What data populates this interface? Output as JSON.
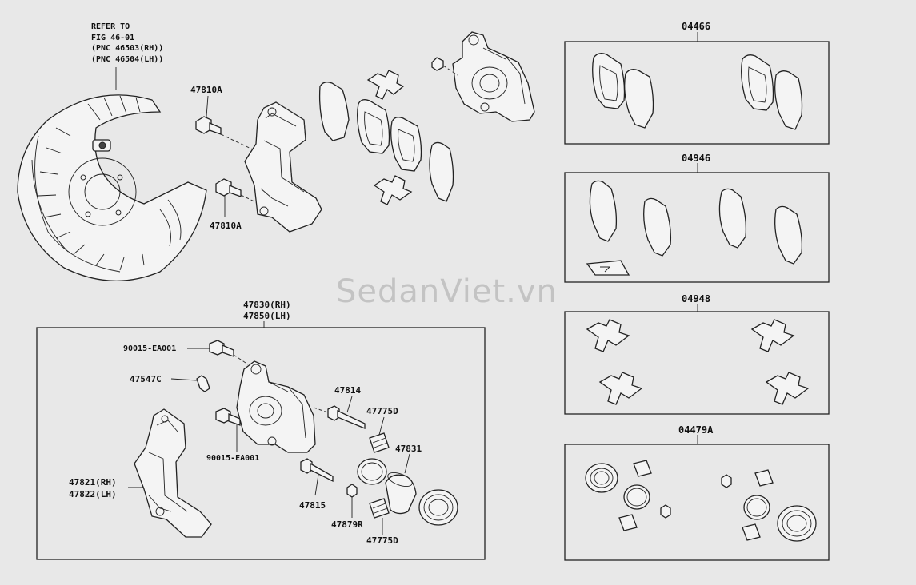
{
  "refer": {
    "line1": "REFER TO",
    "line2": "FIG 46-01",
    "line3": "(PNC 46503(RH))",
    "line4": "(PNC 46504(LH))"
  },
  "labels": {
    "bolt_top": "47810A",
    "bolt_bottom": "47810A",
    "caliper_rh": "47830(RH)",
    "caliper_lh": "47850(LH)",
    "bolt_a": "90015-EA001",
    "bleeder": "47547C",
    "bolt_b": "90015-EA001",
    "bracket_rh": "47821(RH)",
    "bracket_lh": "47822(LH)",
    "pin_upper": "47814",
    "boot_upper": "47775D",
    "piston": "47831",
    "pin_lower": "47815",
    "cap": "47879R",
    "boot_lower": "47775D"
  },
  "kits": {
    "pad_kit": "04466",
    "shim_kit": "04946",
    "clip_kit": "04948",
    "seal_kit": "04479A"
  },
  "watermark": "SedanViet.vn"
}
